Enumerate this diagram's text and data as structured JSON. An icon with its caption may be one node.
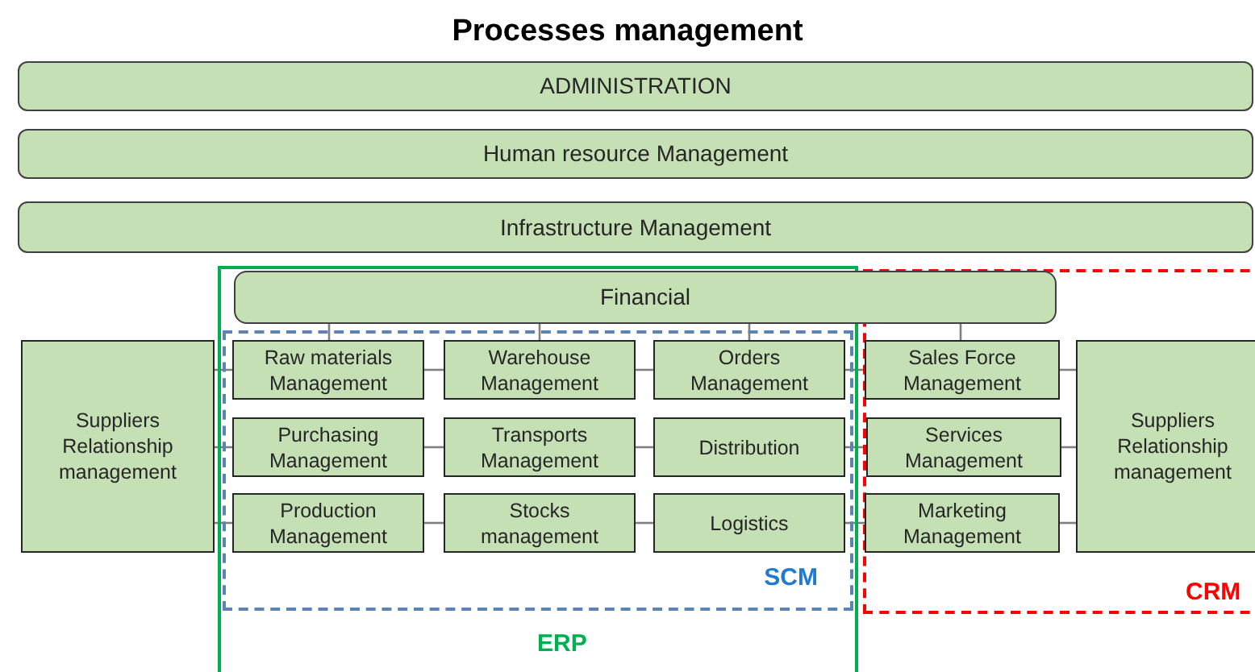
{
  "diagram": {
    "title": "Processes management",
    "nodes": [
      {
        "text": [
          "ADMINISTRATION"
        ]
      },
      {
        "text": [
          "Human resource Management"
        ]
      },
      {
        "text": [
          "Infrastructure Management"
        ]
      },
      {
        "text": [
          "ERP"
        ]
      },
      {
        "text": [
          "CRM"
        ]
      },
      {
        "text": [
          "Financial"
        ]
      },
      {
        "text": [
          "Suppliers Relationship management"
        ]
      },
      {
        "text": [
          "SCM"
        ],
        "in": 3
      },
      {
        "text": [
          "Raw materials Management"
        ],
        "in": 7
      },
      {
        "text": [
          "Warehouse Management"
        ],
        "in": 7
      },
      {
        "text": [
          "Orders Management"
        ],
        "in": 7
      },
      {
        "text": [
          "Purchasing Management"
        ],
        "in": 7
      },
      {
        "text": [
          "Transports Management"
        ],
        "in": 7
      },
      {
        "text": [
          "Distribution"
        ],
        "in": 7
      },
      {
        "text": [
          "Production Management"
        ],
        "in": 7
      },
      {
        "text": [
          "Stocks management"
        ],
        "in": 7
      },
      {
        "text": [
          "Logistics"
        ],
        "in": 7
      },
      {
        "text": [
          "Sales Force Management"
        ],
        "in": 4
      },
      {
        "text": [
          "Services Management"
        ],
        "in": 4
      },
      {
        "text": [
          "Marketing Management"
        ],
        "in": 4
      },
      {
        "text": [
          "Suppliers Relationship management"
        ],
        "in": 4
      }
    ],
    "edges": [
      {
        "from": 5,
        "to": 8,
        "arrow": "none"
      },
      {
        "from": 5,
        "to": 9,
        "arrow": "none"
      },
      {
        "from": 5,
        "to": 10,
        "arrow": "none"
      },
      {
        "from": 5,
        "to": 17,
        "arrow": "none"
      },
      {
        "from": 6,
        "to": 8,
        "arrow": "none"
      },
      {
        "from": 6,
        "to": 11,
        "arrow": "none"
      },
      {
        "from": 6,
        "to": 14,
        "arrow": "none"
      },
      {
        "from": 8,
        "to": 9,
        "arrow": "none"
      },
      {
        "from": 9,
        "to": 10,
        "arrow": "none"
      },
      {
        "from": 11,
        "to": 12,
        "arrow": "none"
      },
      {
        "from": 12,
        "to": 13,
        "arrow": "none"
      },
      {
        "from": 14,
        "to": 15,
        "arrow": "none"
      },
      {
        "from": 15,
        "to": 16,
        "arrow": "none"
      },
      {
        "from": 10,
        "to": 17,
        "arrow": "none"
      },
      {
        "from": 13,
        "to": 18,
        "arrow": "none"
      },
      {
        "from": 16,
        "to": 19,
        "arrow": "none"
      },
      {
        "from": 17,
        "to": 20,
        "arrow": "none"
      },
      {
        "from": 18,
        "to": 20,
        "arrow": "none"
      },
      {
        "from": 19,
        "to": 20,
        "arrow": "none"
      }
    ]
  }
}
